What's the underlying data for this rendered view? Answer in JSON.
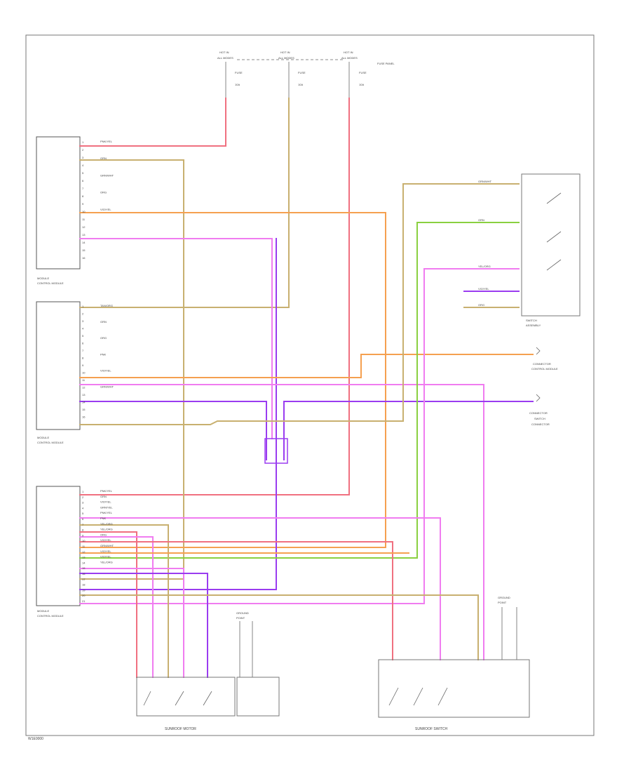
{
  "colors": {
    "red": "#f07080",
    "tan": "#c8b070",
    "orange": "#f5a050",
    "magenta": "#f07cf0",
    "violet": "#9a3cf0",
    "green": "#8ad040",
    "dark": "#555555"
  },
  "footer_code": "W1E0000",
  "fuses": [
    {
      "top": "HOT IN",
      "mid": "ALL MODES",
      "fuse": "FUSE",
      "amp": "10A"
    },
    {
      "top": "HOT IN",
      "mid": "ALL MODES",
      "fuse": "FUSE",
      "amp": "10A"
    },
    {
      "top": "HOT IN",
      "mid": "ALL MODES",
      "fuse": "FUSE",
      "amp": "10A",
      "note": "FUSE PANEL"
    }
  ],
  "modules": {
    "m1": {
      "label": "MODULE",
      "label2": "CONTROL MODULE",
      "pins": [
        "1",
        "2",
        "3",
        "4",
        "5",
        "6",
        "7",
        "8",
        "9",
        "10",
        "11",
        "12",
        "13",
        "14",
        "15",
        "16"
      ],
      "wires": [
        "PNK/YEL",
        "GRN",
        "GRN/WHT",
        "ORG",
        "VIO/YEL"
      ]
    },
    "m2": {
      "label": "MODULE",
      "label2": "CONTROL MODULE",
      "pins": [
        "1",
        "2",
        "3",
        "4",
        "5",
        "6",
        "7",
        "8",
        "9",
        "10",
        "11",
        "12",
        "13",
        "14",
        "15",
        "16"
      ],
      "wires": [
        "TAN/ORG",
        "GRN",
        "ORG",
        "PNK",
        "VIO/YEL",
        "GRN/WHT"
      ]
    },
    "m3": {
      "label": "MODULE",
      "label2": "CONTROL MODULE",
      "pins": [
        "1",
        "2",
        "3",
        "4",
        "5",
        "6",
        "7",
        "8",
        "9",
        "10",
        "11",
        "12",
        "13",
        "14",
        "15",
        "16",
        "17",
        "18",
        "19",
        "20",
        "21"
      ],
      "wires": [
        "PNK/YEL",
        "GRN",
        "VIO/YEL",
        "GRN/YEL",
        "PNK/YEL",
        "PNK",
        "YEL/ORG",
        "YEL/ORG",
        "ORG",
        "VIO/YEL",
        "GRN/WHT",
        "VIO/YEL",
        "VIO/YEL",
        "YEL/ORG"
      ]
    }
  },
  "right_switch": {
    "label": "SWITCH",
    "label2": "ASSEMBLY",
    "wires": [
      "GRN/WHT",
      "GRN",
      "YEL/ORG",
      "VIO/YEL",
      "ORG"
    ]
  },
  "right_connector_1": {
    "label": "CONNECTOR",
    "label2": "CONTROL MODULE"
  },
  "right_connector_2": {
    "label": "CONNECTOR",
    "label2": "SWITCH",
    "label3": "CONNECTOR"
  },
  "ground_1": {
    "label": "GROUND",
    "label2": "POINT"
  },
  "ground_2": {
    "label": "GROUND",
    "label2": "POINT"
  },
  "bottom_left": {
    "label": "SUNROOF MOTOR"
  },
  "bottom_right": {
    "label": "SUNROOF SWITCH"
  }
}
